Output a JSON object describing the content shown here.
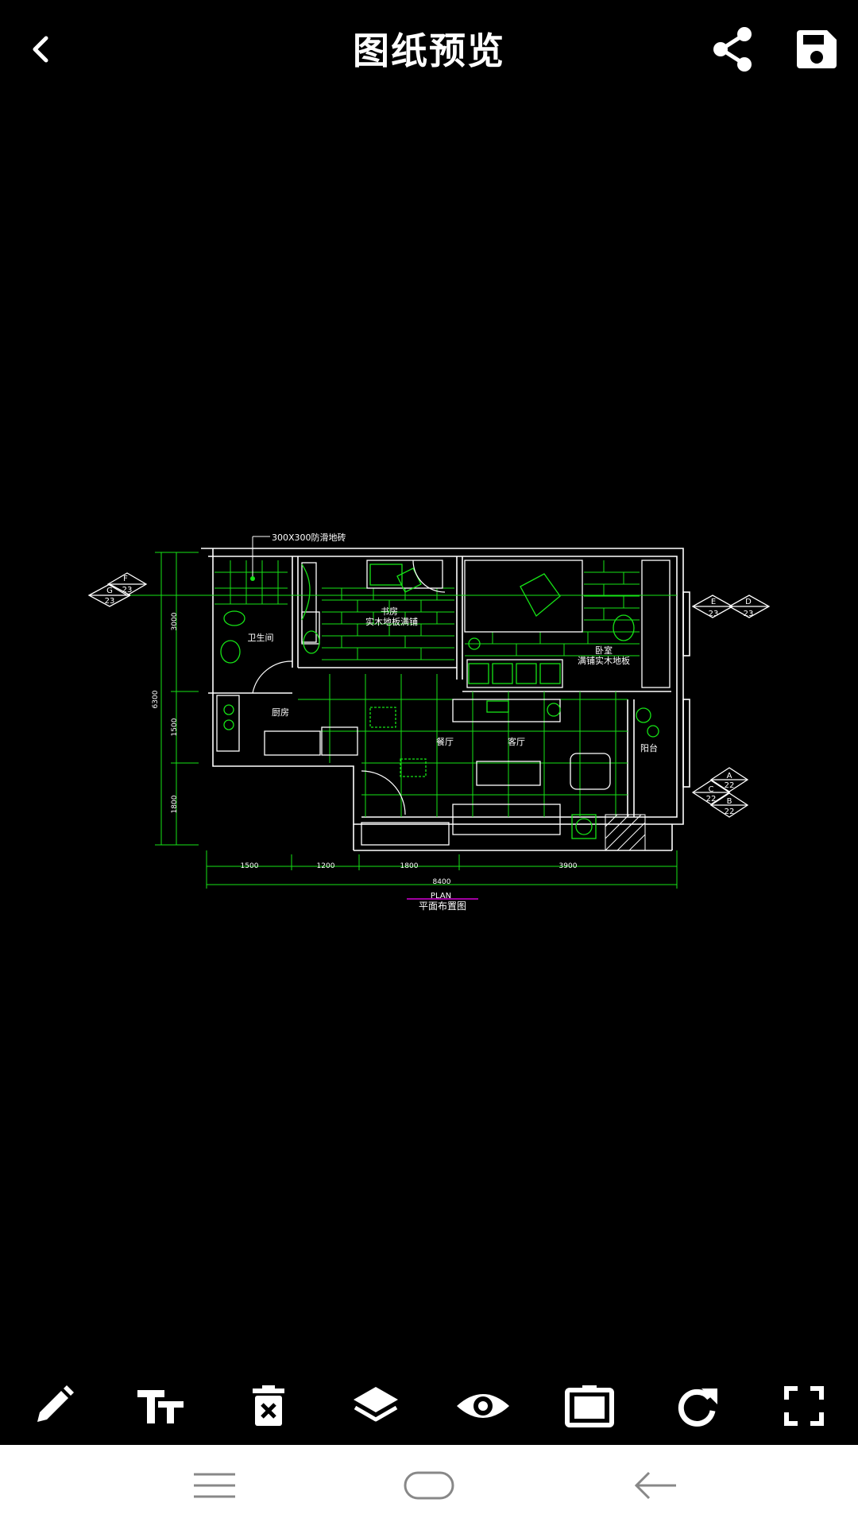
{
  "header": {
    "title": "图纸预览",
    "back_icon": "chevron-left-icon",
    "share_icon": "share-icon",
    "save_icon": "save-icon"
  },
  "drawing": {
    "tile_note": "300X300防滑地砖",
    "rooms": {
      "bathroom": "卫生间",
      "study": "书房",
      "study_floor": "实木地板满铺",
      "bedroom": "卧室",
      "bedroom_floor": "满铺实木地板",
      "kitchen": "厨房",
      "dining": "餐厅",
      "living": "客厅",
      "balcony": "阳台"
    },
    "dimensions": {
      "total_height": "6300",
      "left_dims": [
        "3000",
        "1500",
        "1800"
      ],
      "bottom_dims": [
        "1500",
        "1200",
        "1800",
        "3900"
      ],
      "total_width": "8400"
    },
    "plan_label": "PLAN",
    "plan_title": "平面布置图",
    "markers": {
      "left": {
        "top": "F",
        "left": "G",
        "num1": "23",
        "num2": "23"
      },
      "right_top": {
        "a": "E",
        "a_num": "23",
        "b": "D",
        "b_num": "23"
      },
      "right_bottom": {
        "a": "A",
        "a_num": "22",
        "b": "C",
        "b_num": "22",
        "c": "B",
        "c_num": "22"
      }
    }
  },
  "toolbar": {
    "items": [
      "pencil-icon",
      "text-size-icon",
      "delete-icon",
      "layers-icon",
      "eye-icon",
      "rectangle-icon",
      "redo-icon",
      "fullscreen-icon"
    ]
  },
  "navbar": {
    "items": [
      "menu-icon",
      "home-icon",
      "back-arrow-icon"
    ]
  },
  "colors": {
    "background": "#000000",
    "cad_green": "#16e316",
    "cad_white": "#ffffff",
    "cad_magenta": "#ff00ff",
    "navbar": "#ffffff"
  }
}
